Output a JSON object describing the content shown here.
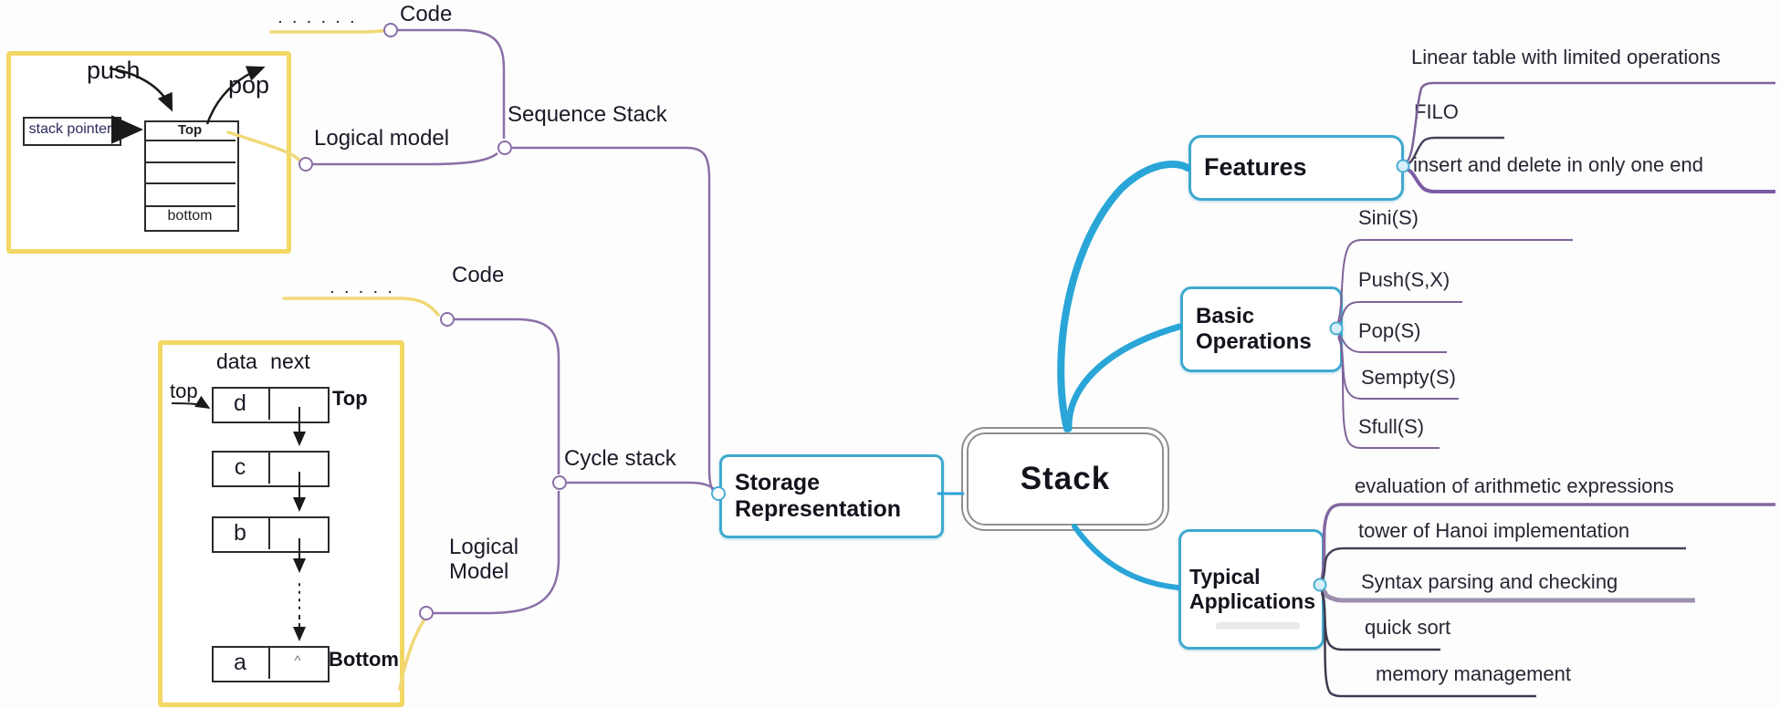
{
  "root": {
    "label": "Stack"
  },
  "storage": {
    "line1": "Storage",
    "line2": "Representation",
    "sequence": {
      "label": "Sequence Stack",
      "code": "Code",
      "code_dots": ". . . . . .",
      "logical": "Logical model"
    },
    "cycle": {
      "label": "Cycle stack",
      "code": "Code",
      "code_dots": ". . . . .",
      "logical_line1": "Logical",
      "logical_line2": "Model"
    }
  },
  "features": {
    "label": "Features",
    "children": [
      "Linear table with limited operations",
      "FILO",
      "insert and delete in only one end"
    ]
  },
  "basic_operations": {
    "line1": "Basic",
    "line2": "Operations",
    "children": [
      "Sini(S)",
      "Push(S,X)",
      "Pop(S)",
      "Sempty(S)",
      "Sfull(S)"
    ]
  },
  "typical_applications": {
    "line1": "Typical",
    "line2": "Applications",
    "children": [
      "evaluation of arithmetic expressions",
      "tower of Hanoi implementation",
      "Syntax parsing and checking",
      "quick sort",
      "memory management"
    ]
  },
  "sequence_diagram": {
    "push": "push",
    "pop": "pop",
    "stack_pointer": "stack pointer",
    "top_cell": "Top",
    "bottom_cell": "bottom"
  },
  "cycle_diagram": {
    "header": "data next",
    "top_pointer": "top",
    "top_label": "Top",
    "bottom_label": "Bottom",
    "null_symbol": "^",
    "nodes": [
      "d",
      "c",
      "b",
      "a"
    ]
  },
  "colors": {
    "branch_blue": "#2aa5d8",
    "node_border_blue": "#3fa9cf",
    "purple": "#8b6fa8",
    "dark_line": "#46425a",
    "yellow_box": "#f2d763"
  }
}
